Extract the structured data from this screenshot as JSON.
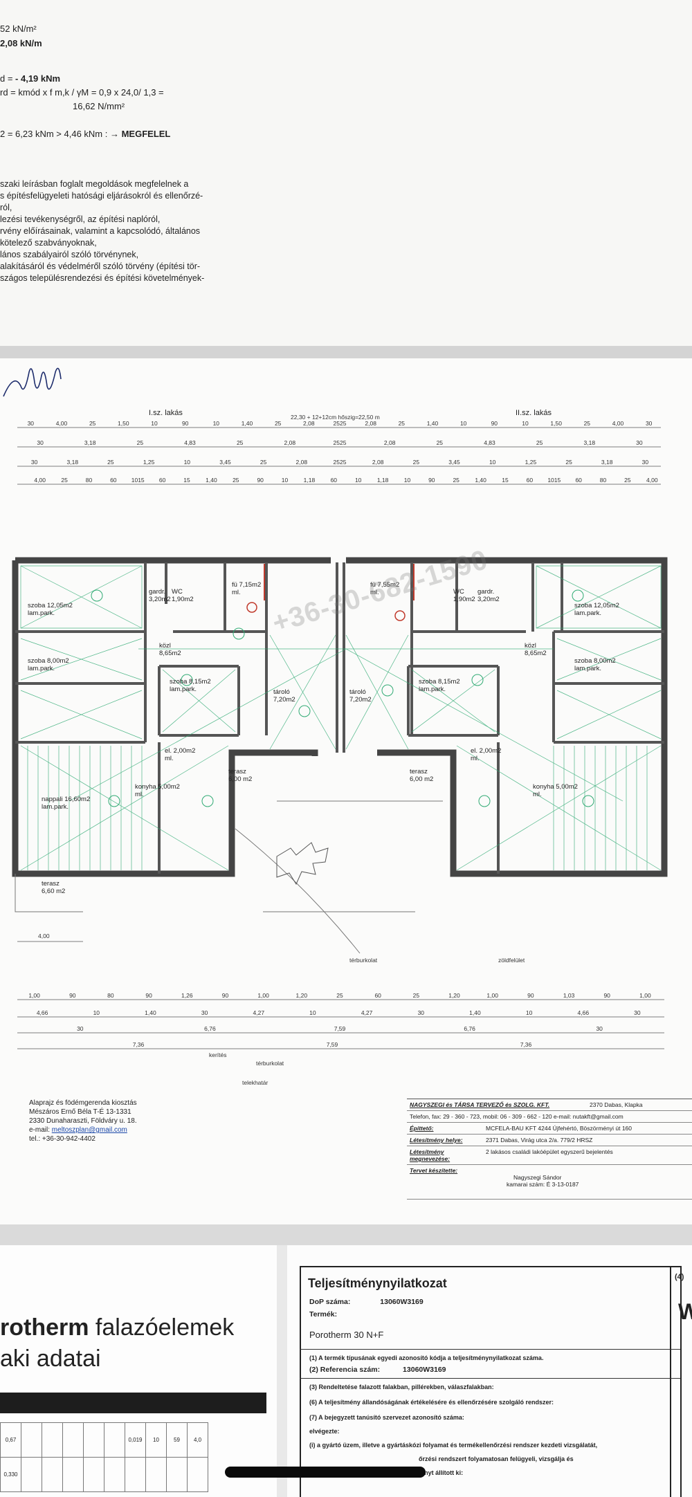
{
  "calc": {
    "line1": "52 kN/m²",
    "line2": "2,08 kN/m",
    "line3_prefix": "d = ",
    "line3_value": "- 4,19 kNm",
    "line4": "rd = kmód x f m,k / γM = 0,9 x 24,0/ 1,3 =",
    "line5": "16,62 N/mm²",
    "line6_prefix": "2 = 6,23 kNm > 4,46 kNm : →",
    "line6_result": "MEGFELEL",
    "paragraph": [
      "szaki leírásban foglalt megoldások megfelelnek a",
      "s építésfelügyeleti hatósági eljárásokról és ellenőrzé-",
      "ról,",
      "lezési tevékenységről, az építési naplóról,",
      "rvény előírásainak, valamint a kapcsolódó, általános",
      "kötelező szabványoknak,",
      "lános szabályairól szóló törvénynek,",
      "alakításáról és védelméről szóló törvény (építési tör-",
      "szágos településrendezési és építési követelmények-"
    ]
  },
  "plan": {
    "unit1": "I.sz. lakás",
    "unit2": "II.sz. lakás",
    "center_note": "22,30 + 12+12cm hőszig=22,50 m",
    "rooms": [
      {
        "name": "szoba 12,05m2",
        "sub": "lam.park."
      },
      {
        "name": "gardr.",
        "sub": "3,20m2"
      },
      {
        "name": "WC",
        "sub": "1,90m2"
      },
      {
        "name": "fü 7,15m2",
        "sub": "ml."
      },
      {
        "name": "fü 7,55m2",
        "sub": "ml."
      },
      {
        "name": "WC",
        "sub": "1,90m2"
      },
      {
        "name": "gardr.",
        "sub": "3,20m2"
      },
      {
        "name": "szoba 12,05m2",
        "sub": "lam.park."
      },
      {
        "name": "közl",
        "sub": "8,65m2"
      },
      {
        "name": "szoba 8,00m2",
        "sub": "lam.park."
      },
      {
        "name": "szoba 8,15m2",
        "sub": "lam.park."
      },
      {
        "name": "tároló",
        "sub": "7,20m2"
      },
      {
        "name": "tároló",
        "sub": "7,20m2"
      },
      {
        "name": "szoba 8,15m2",
        "sub": "lam.park."
      },
      {
        "name": "közl",
        "sub": "8,65m2"
      },
      {
        "name": "szoba 8,00m2",
        "sub": "lam.park."
      },
      {
        "name": "nappali 16,60m2",
        "sub": "lam.park."
      },
      {
        "name": "konyha 5,00m2",
        "sub": "ml."
      },
      {
        "name": "el. 2,00m2",
        "sub": "ml."
      },
      {
        "name": "terasz",
        "sub": "6,00 m2"
      },
      {
        "name": "terasz",
        "sub": "6,00 m2"
      },
      {
        "name": "el. 2,00m2",
        "sub": "ml."
      },
      {
        "name": "konyha 5,00m2",
        "sub": "ml."
      },
      {
        "name": "terasz",
        "sub": "6,60 m2"
      }
    ],
    "top_dims_row1": [
      "30",
      "4,00",
      "25",
      "1,50",
      "10",
      "90",
      "10",
      "1,40",
      "25",
      "2,08",
      "2525",
      "2,08",
      "25",
      "1,40",
      "10",
      "90",
      "10",
      "1,50",
      "25",
      "4,00",
      "30"
    ],
    "top_dims_row2": [
      "30",
      "3,18",
      "25",
      "4,83",
      "25",
      "2,08",
      "2525",
      "2,08",
      "25",
      "4,83",
      "25",
      "3,18",
      "30"
    ],
    "top_dims_row3": [
      "30",
      "3,18",
      "25",
      "1,25",
      "10",
      "3,45",
      "25",
      "2,08",
      "2525",
      "2,08",
      "25",
      "3,45",
      "10",
      "1,25",
      "25",
      "3,18",
      "30"
    ],
    "top_dims_row4": [
      "4,00",
      "25",
      "80",
      "60",
      "1015",
      "60",
      "15",
      "1,40",
      "25",
      "90",
      "10",
      "1,18",
      "60",
      "10",
      "1,18",
      "10",
      "90",
      "25",
      "1,40",
      "15",
      "60",
      "1015",
      "60",
      "80",
      "25",
      "4,00"
    ],
    "bottom_dims_row1": [
      "1,00",
      "90",
      "80",
      "90",
      "1,26",
      "90",
      "1,00",
      "1,20",
      "25",
      "60",
      "25",
      "1,20",
      "1,00",
      "90",
      "1,03",
      "90",
      "1,00"
    ],
    "bottom_dims_row2": [
      "4,66",
      "10",
      "1,40",
      "30",
      "4,27",
      "10",
      "4,27",
      "30",
      "1,40",
      "10",
      "4,66",
      "30"
    ],
    "bottom_dims_row3": [
      "30",
      "6,76",
      "7,59",
      "6,76",
      "30"
    ],
    "bottom_dims_row4": [
      "7,36",
      "7,59",
      "7,36"
    ],
    "left_terrace_dim": "4,00",
    "labels_outdoor": [
      "térburkolat",
      "zöldfelület",
      "térburkolat",
      "telekhatár",
      "kerítés"
    ],
    "phone_watermark": "+36-30-682-1590"
  },
  "legend": {
    "line1": "Alaprajz és födémgerenda kiosztás",
    "line2": "Mészáros Ernő Béla T-É 13-1331",
    "line3": "2330 Dunaharaszti, Földváry u. 18.",
    "line4_prefix": "e-mail:",
    "line4_link": "meltoszplan@gmail.com",
    "line5": "tel.: +36-30-942-4402"
  },
  "title_block": {
    "firm": "NAGYSZEGI és TÁRSA TERVEZŐ és SZOLG. KFT.",
    "firm_address": "2370 Dabas, Klapka",
    "firm_contacts": "Telefon, fax: 29 - 360 - 723, mobil: 06 - 309 - 662 - 120  e-mail: nutakft@gmail.com",
    "builder_key": "Építtető:",
    "builder_val": "MCFELA-BAU KFT  4244 Újfehértó, Böszörményi út 160",
    "site_key": "Létesítmény helye:",
    "site_val": "2371 Dabas, Virág utca 2/a.  779/2  HRSZ",
    "name_key": "Létesítmény megnevezése:",
    "name_val": "2 lakásos családi lakóépület  egyszerű bejelentés",
    "author_key": "Tervet készítette:",
    "author_name": "Nagyszegi Sándor",
    "author_reg": "kamarai szám: É 3-13-0187"
  },
  "doc_left": {
    "brand_tail": "rotherm",
    "brand_word": "falazóelemek",
    "subtitle": "aki adatai",
    "table_values": [
      "0,67",
      "",
      "",
      "",
      "",
      "",
      "0,019",
      "10",
      "59",
      "4,0",
      "0,330",
      "",
      "",
      "",
      "",
      "",
      "",
      "",
      "",
      ""
    ]
  },
  "doc_right": {
    "title": "Teljesítménynyilatkozat",
    "dop_key": "DoP száma:",
    "dop_val": "13060W3169",
    "product_key": "Termék:",
    "product_val": "Porotherm 30 N+F",
    "item1_text": "(1) A termék típusának egyedi azonosító kódja a teljesítménynyilatkozat száma.",
    "item2_key": "(2) Referencia szám:",
    "item2_val": "13060W3169",
    "item3": "(3) Rendeltetése falazott falakban, pillérekben, válaszfalakban:",
    "item6": "(6) A teljesítmény állandóságának értékelésére és ellenőrzésére szolgáló rendszer:",
    "item7": "(7) A bejegyzett tanúsító szervezet azonosító száma:",
    "item7b": "elvégezte:",
    "item8": "(i) a gyártó üzem, illetve a gyártáskózi folyamat és termékellenőrzési rendszer kezdeti vizsgálatát,",
    "item9": "őrzési rendszert folyamatosan felügyeli, vizsgálja és",
    "item10": "értékeli; a következő számon tanúsítványt állított ki:",
    "page_marker": "(4)",
    "big_letter": "W"
  }
}
